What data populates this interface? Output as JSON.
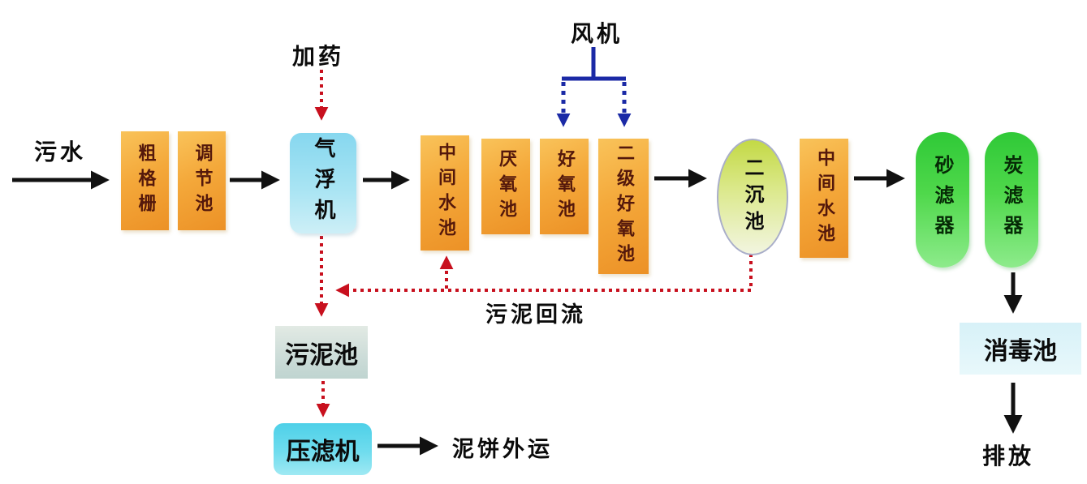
{
  "diagram": {
    "subject": "wastewater treatment process flow diagram",
    "language": "zh-CN"
  },
  "nodes": {
    "coarse_screen": {
      "label": "粗格栅"
    },
    "regulating_tank": {
      "label": "调节池"
    },
    "air_flotation_machine": {
      "label": "气浮机"
    },
    "intermediate_tank_1": {
      "label": "中间水池"
    },
    "anaerobic_tank": {
      "label": "厌氧池"
    },
    "aerobic_tank": {
      "label": "好氧池"
    },
    "secondary_aerobic_tank": {
      "label": "二级好氧池"
    },
    "secondary_sedimentation_tank": {
      "label": "二沉池"
    },
    "intermediate_tank_2": {
      "label": "中间水池"
    },
    "sand_filter": {
      "label": "砂滤器"
    },
    "carbon_filter": {
      "label": "炭滤器"
    },
    "disinfection_tank": {
      "label": "消毒池"
    },
    "sludge_tank": {
      "label": "污泥池"
    },
    "filter_press": {
      "label": "压滤机"
    }
  },
  "labels": {
    "influent": "污水",
    "dosing": "加药",
    "blower": "风机",
    "sludge_return": "污泥回流",
    "cake_transport": "泥饼外运",
    "discharge": "排放"
  },
  "colors": {
    "orange_tank_top": "#f9c35a",
    "orange_tank_bottom": "#ec9126",
    "orange_tank_text": "#54180b",
    "flotation_blue_top": "#86d7ef",
    "flotation_blue_bottom": "#cdeff7",
    "sedimentation_green_top": "#c3d945",
    "sedimentation_green_bottom": "#f2f5e0",
    "filter_green_top": "#2fc937",
    "filter_green_bottom": "#8deb8b",
    "sludge_tank_fill": "#ccdcd8",
    "filter_press_fill": "#4ed0e8",
    "disinfection_fill": "#d7f1f8",
    "flow_arrow_black": "#111111",
    "dotted_red": "#c8101e",
    "blower_blue": "#1b2aa6"
  }
}
